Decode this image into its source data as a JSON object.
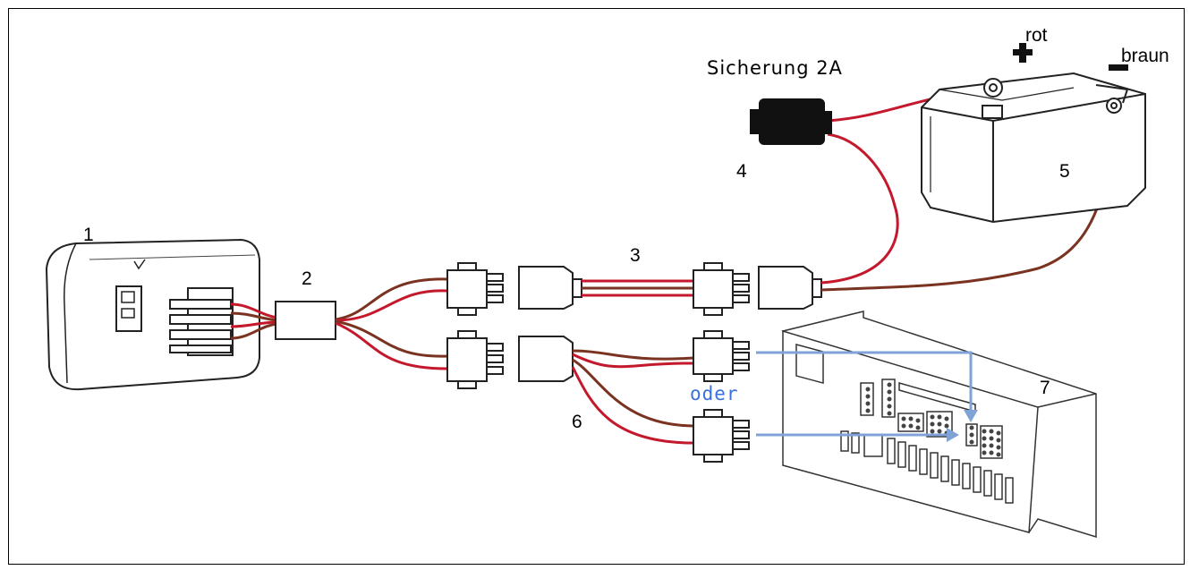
{
  "callouts": {
    "n1": "1",
    "n2": "2",
    "n3": "3",
    "n4": "4",
    "n5": "5",
    "n6": "6",
    "n7": "7"
  },
  "labels": {
    "fuse": "Sicherung 2A",
    "positive": "rot",
    "negative": "braun",
    "or": "oder"
  },
  "colors": {
    "wire_red": "#c4182c",
    "wire_brown": "#7a3320",
    "arrow_blue": "#7fa3d6",
    "oder_text": "#3a6fe0"
  }
}
